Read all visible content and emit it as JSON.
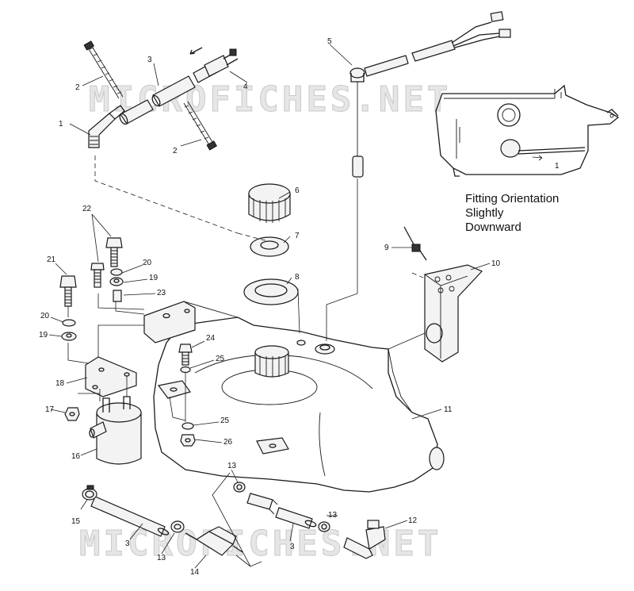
{
  "watermark": {
    "top": "MICROFICHES.NET",
    "bottom": "MICROFICHES.NET"
  },
  "note": {
    "line1": "Fitting Orientation",
    "line2": "Slightly",
    "line3": "Downward"
  },
  "callouts": {
    "c1": "1",
    "c2a": "2",
    "c2b": "2",
    "c3a": "3",
    "c4": "4",
    "c5": "5",
    "c6": "6",
    "c7": "7",
    "c8": "8",
    "c9": "9",
    "c10": "10",
    "c11": "11",
    "c12": "12",
    "c13a": "13",
    "c13b": "13",
    "c13c": "13",
    "c14": "14",
    "c15": "15",
    "c16": "16",
    "c17": "17",
    "c18": "18",
    "c19a": "19",
    "c19b": "19",
    "c20a": "20",
    "c20b": "20",
    "c21": "21",
    "c22": "22",
    "c23": "23",
    "c24": "24",
    "c25a": "25",
    "c25b": "25",
    "c26": "26",
    "c3b": "3",
    "c3c": "3",
    "inset1": "1"
  }
}
